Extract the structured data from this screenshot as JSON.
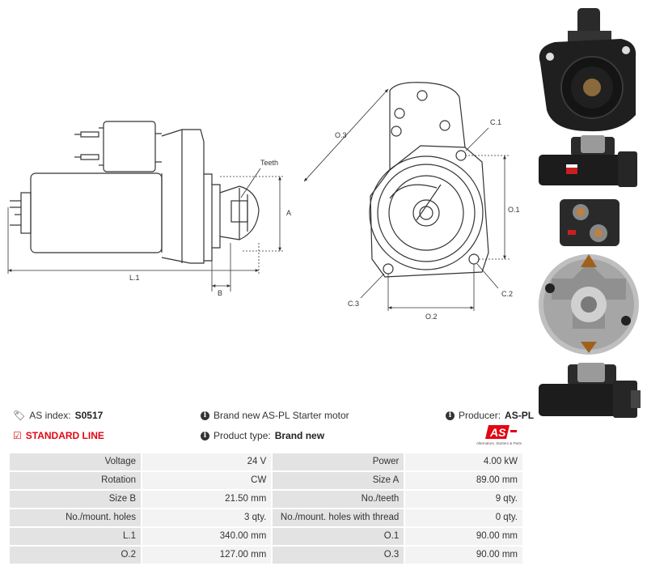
{
  "drawing": {
    "side_labels": {
      "teeth": "Teeth",
      "a": "A",
      "l1": "L.1",
      "b": "B"
    },
    "front_labels": {
      "o3": "O.3",
      "c1": "C.1",
      "o1": "O.1",
      "c2": "C.2",
      "c3": "C.3",
      "o2": "O.2"
    }
  },
  "info": {
    "as_index_label": "AS index:",
    "as_index_value": "S0517",
    "description": "Brand new AS-PL Starter motor",
    "producer_label": "Producer:",
    "producer_value": "AS-PL",
    "standard_line": "STANDARD LINE",
    "product_type_label": "Product type:",
    "product_type_value": "Brand new"
  },
  "logo": {
    "text": "AS",
    "subtitle": "Alternators, Starters & Parts"
  },
  "colors": {
    "brand_red": "#e30613",
    "label_bg": "#e3e3e3",
    "value_bg": "#f3f3f3"
  },
  "specs": [
    {
      "l1": "Voltage",
      "v1": "24 V",
      "l2": "Power",
      "v2": "4.00 kW"
    },
    {
      "l1": "Rotation",
      "v1": "CW",
      "l2": "Size A",
      "v2": "89.00 mm"
    },
    {
      "l1": "Size B",
      "v1": "21.50 mm",
      "l2": "No./teeth",
      "v2": "9 qty."
    },
    {
      "l1": "No./mount. holes",
      "v1": "3 qty.",
      "l2": "No./mount. holes with thread",
      "v2": "0 qty."
    },
    {
      "l1": "L.1",
      "v1": "340.00 mm",
      "l2": "O.1",
      "v2": "90.00 mm"
    },
    {
      "l1": "O.2",
      "v1": "127.00 mm",
      "l2": "O.3",
      "v2": "90.00 mm"
    }
  ]
}
